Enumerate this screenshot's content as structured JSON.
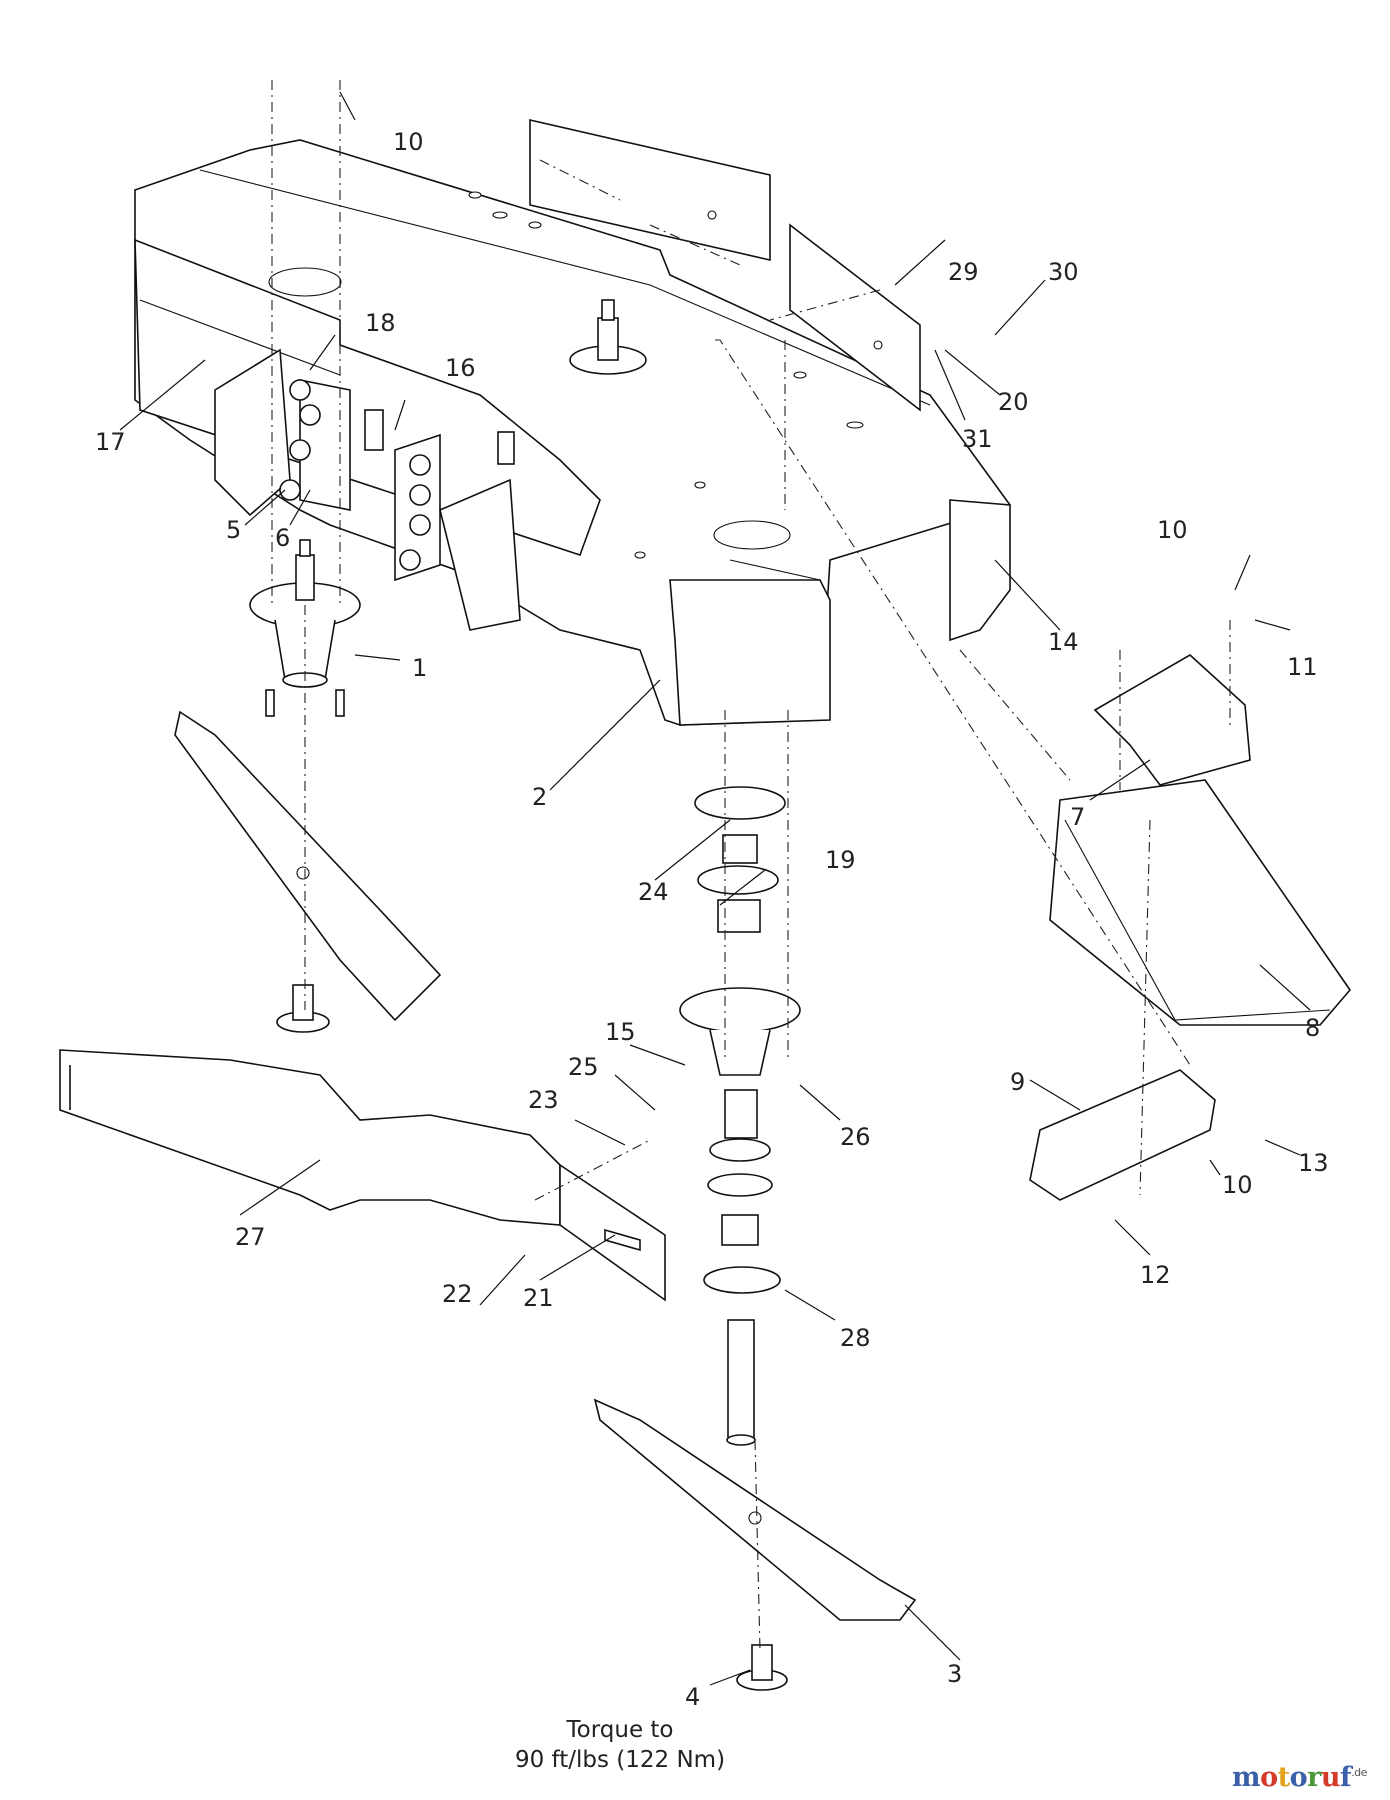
{
  "callouts": [
    "1",
    "2",
    "3",
    "4",
    "5",
    "6",
    "7",
    "8",
    "9",
    "10",
    "10",
    "10",
    "11",
    "12",
    "13",
    "14",
    "15",
    "16",
    "17",
    "18",
    "19",
    "20",
    "21",
    "22",
    "23",
    "24",
    "25",
    "26",
    "27",
    "28",
    "29",
    "30",
    "31"
  ],
  "torque_note": {
    "line1": "Torque to",
    "line2": "90 ft/lbs (122 Nm)"
  },
  "watermark": {
    "name": "motoruf",
    "suffix": ".de",
    "colors": [
      "#3b5fa8",
      "#d43a2a",
      "#e2a21b",
      "#3b5fa8",
      "#4a9a3b",
      "#d43a2a",
      "#3b5fa8"
    ]
  }
}
